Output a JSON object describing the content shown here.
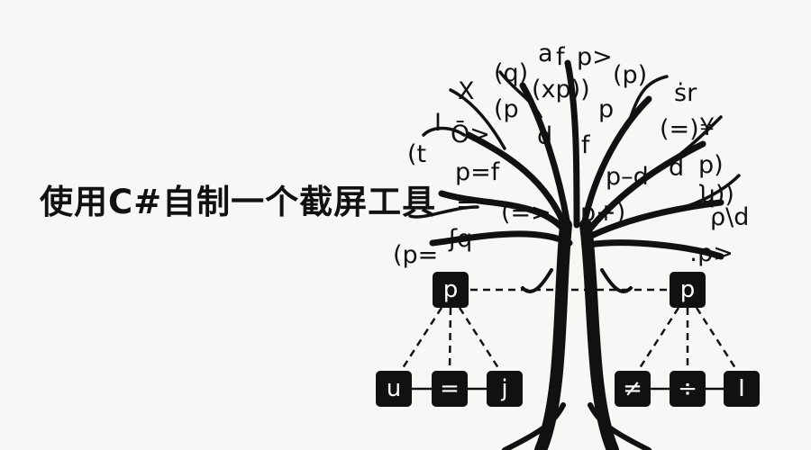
{
  "title": "使用C#自制一个截屏工具",
  "colors": {
    "background": "#f7f7f5",
    "ink": "#111111",
    "node_text": "#ffffff"
  },
  "symbols": [
    "(q)",
    "a",
    "f",
    "p>",
    "(p)",
    "X",
    "(xp))",
    "ṡr",
    "I",
    "(p",
    "p",
    "(=)",
    "¥",
    "Ō>",
    "d",
    "f",
    "(t",
    "p=f",
    "p–d",
    "d",
    "p)",
    "(=>",
    "p+)",
    "ʮ))",
    "ρ\\d",
    "(p=",
    ":p>",
    "≐",
    "ʃq"
  ],
  "nodes": {
    "parents": [
      "p",
      "p"
    ],
    "left_children": [
      "u",
      "=",
      "j"
    ],
    "right_children": [
      "≠",
      "÷",
      "I"
    ]
  }
}
